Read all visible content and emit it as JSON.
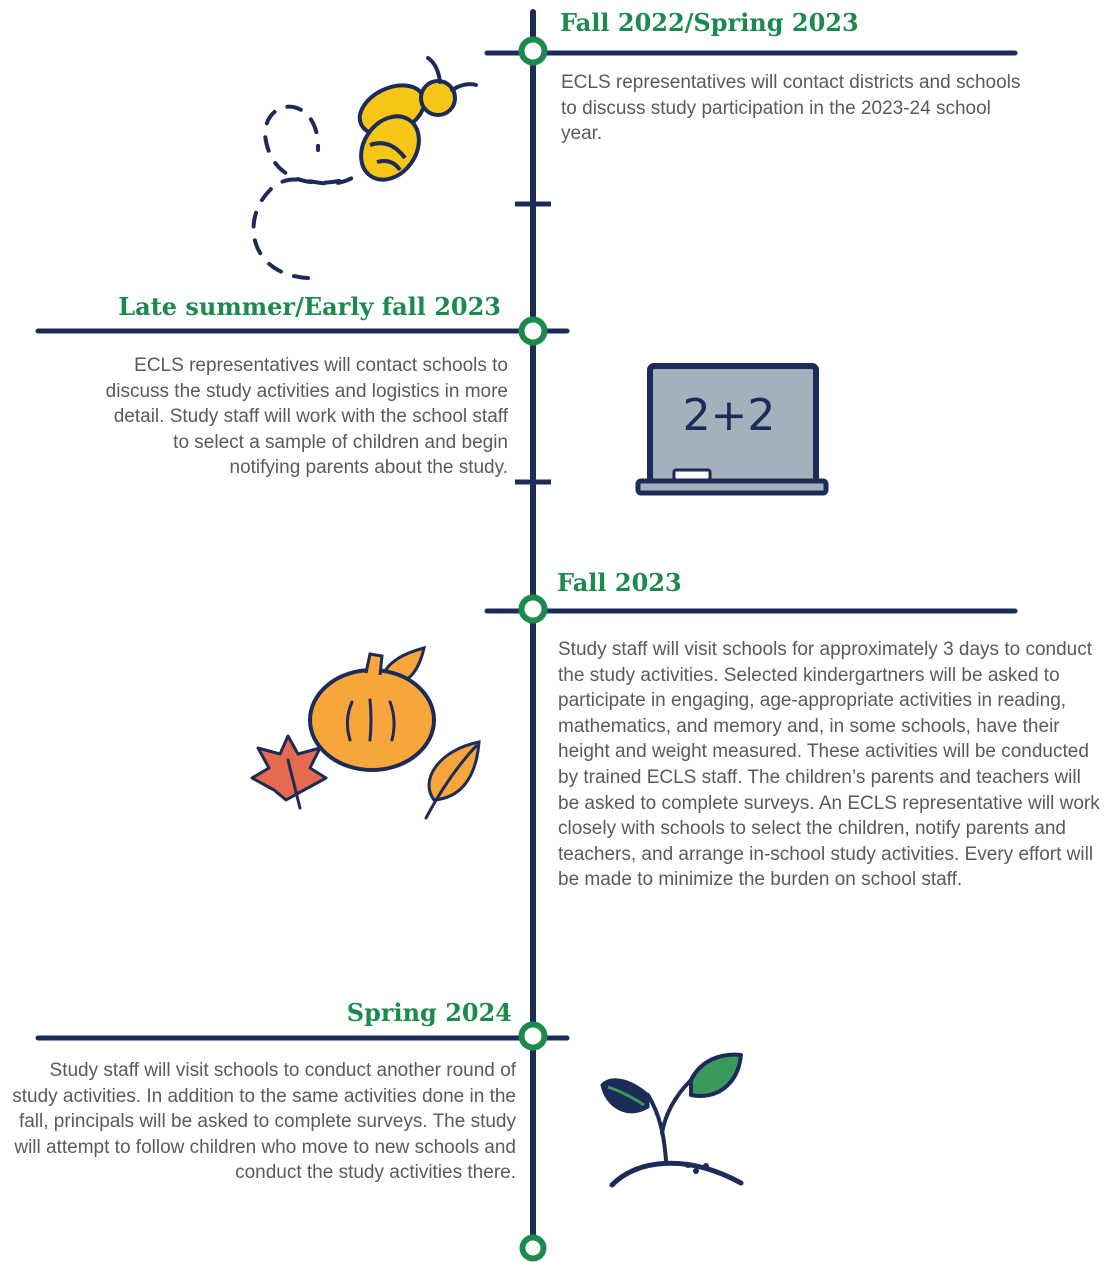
{
  "milestones": [
    {
      "title": "Fall 2022/Spring 2023",
      "text": "ECLS representatives will contact districts and schools to discuss study participation in the 2023-24 school year.",
      "side": "right",
      "icon": "bee-icon"
    },
    {
      "title": "Late summer/Early fall 2023",
      "text": "ECLS representatives will contact schools to discuss the study activities and logistics in more detail. Study staff will work with the school staff to select a sample of children and begin notifying parents about the study.",
      "side": "left",
      "icon": "chalkboard-icon"
    },
    {
      "title": "Fall 2023",
      "text": "Study staff will visit schools for approximately 3 days to conduct the study activities. Selected kindergartners will be asked to participate in engaging, age-appropriate activities in reading, mathematics, and memory and, in some schools, have their height and weight measured. These activities will be conducted by trained ECLS staff. The children’s parents and teachers will be asked to complete surveys. An ECLS representative will work closely with schools to select the children, notify parents and teachers, and arrange in-school study activities. Every effort will be made to minimize the burden on school staff.",
      "side": "right",
      "icon": "pumpkin-leaves-icon"
    },
    {
      "title": "Spring 2024",
      "text": "Study staff will visit schools to conduct another round of study activities. In addition to the same activities done in the fall, principals will be asked to complete surveys. The study will attempt to follow children who move to new schools and conduct the study activities there.",
      "side": "left",
      "icon": "sprout-icon"
    }
  ],
  "chalkboard_text": "2+2",
  "colors": {
    "navy": "#1c2b57",
    "green": "#1b8a4c",
    "text": "#5a5a5a",
    "yellow": "#f5c518",
    "orange": "#f6a63a",
    "red_leaf": "#e56a50",
    "board": "#a3b1bd",
    "leaf_green": "#3a9a5e"
  }
}
